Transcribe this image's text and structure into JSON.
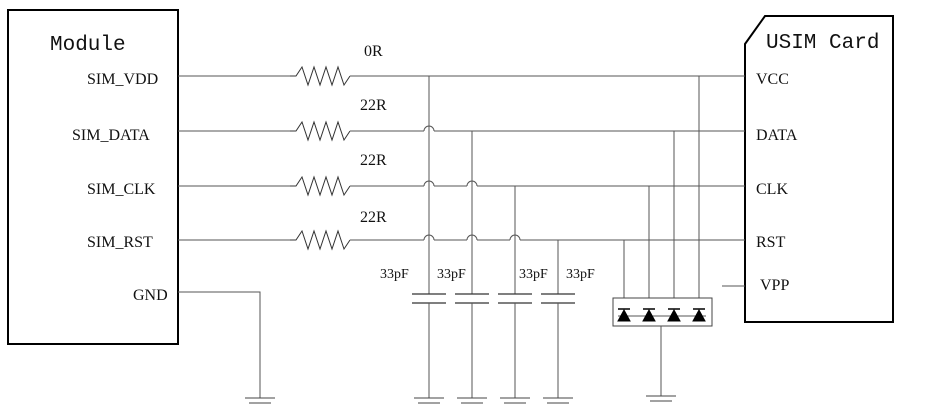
{
  "module": {
    "title": "Module",
    "pins": [
      "SIM_VDD",
      "SIM_DATA",
      "SIM_CLK",
      "SIM_RST",
      "GND"
    ]
  },
  "card": {
    "title": "USIM Card",
    "pins": [
      "VCC",
      "DATA",
      "CLK",
      "RST",
      "VPP"
    ]
  },
  "resistors": [
    "0R",
    "22R",
    "22R",
    "22R"
  ],
  "capacitors": [
    "33pF",
    "33pF",
    "33pF",
    "33pF"
  ],
  "esd_diode_count": 4
}
